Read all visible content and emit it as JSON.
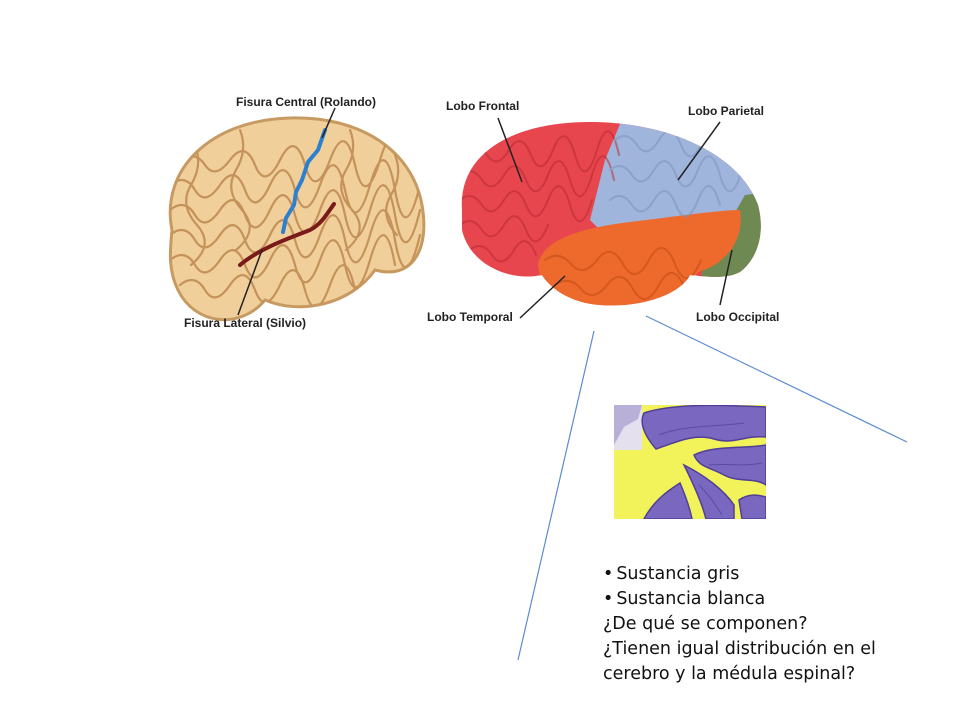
{
  "labels": {
    "central_fissure": "Fisura Central (Rolando)",
    "lateral_fissure": "Fisura Lateral (Silvio)",
    "frontal": "Lobo Frontal",
    "parietal": "Lobo Parietal",
    "temporal": "Lobo Temporal",
    "occipital": "Lobo Occipital"
  },
  "text": {
    "bullet1": "Sustancia gris",
    "bullet2": "Sustancia blanca",
    "line3": "¿De qué se componen?",
    "line4": "¿Tienen igual distribución en el",
    "line5": "cerebro y la médula espinal?"
  },
  "colors": {
    "frontal": "#e8464e",
    "parietal": "#9fb5dc",
    "temporal": "#ee6a2c",
    "occipital": "#6e8a52",
    "brain": "#f0cf9a",
    "central_fissure_line": "#2d7fd0",
    "lateral_fissure_line": "#7a1a1a",
    "connector": "#5b8bd0",
    "slice_gray": "#7a68c0",
    "slice_white": "#f2f25a"
  }
}
